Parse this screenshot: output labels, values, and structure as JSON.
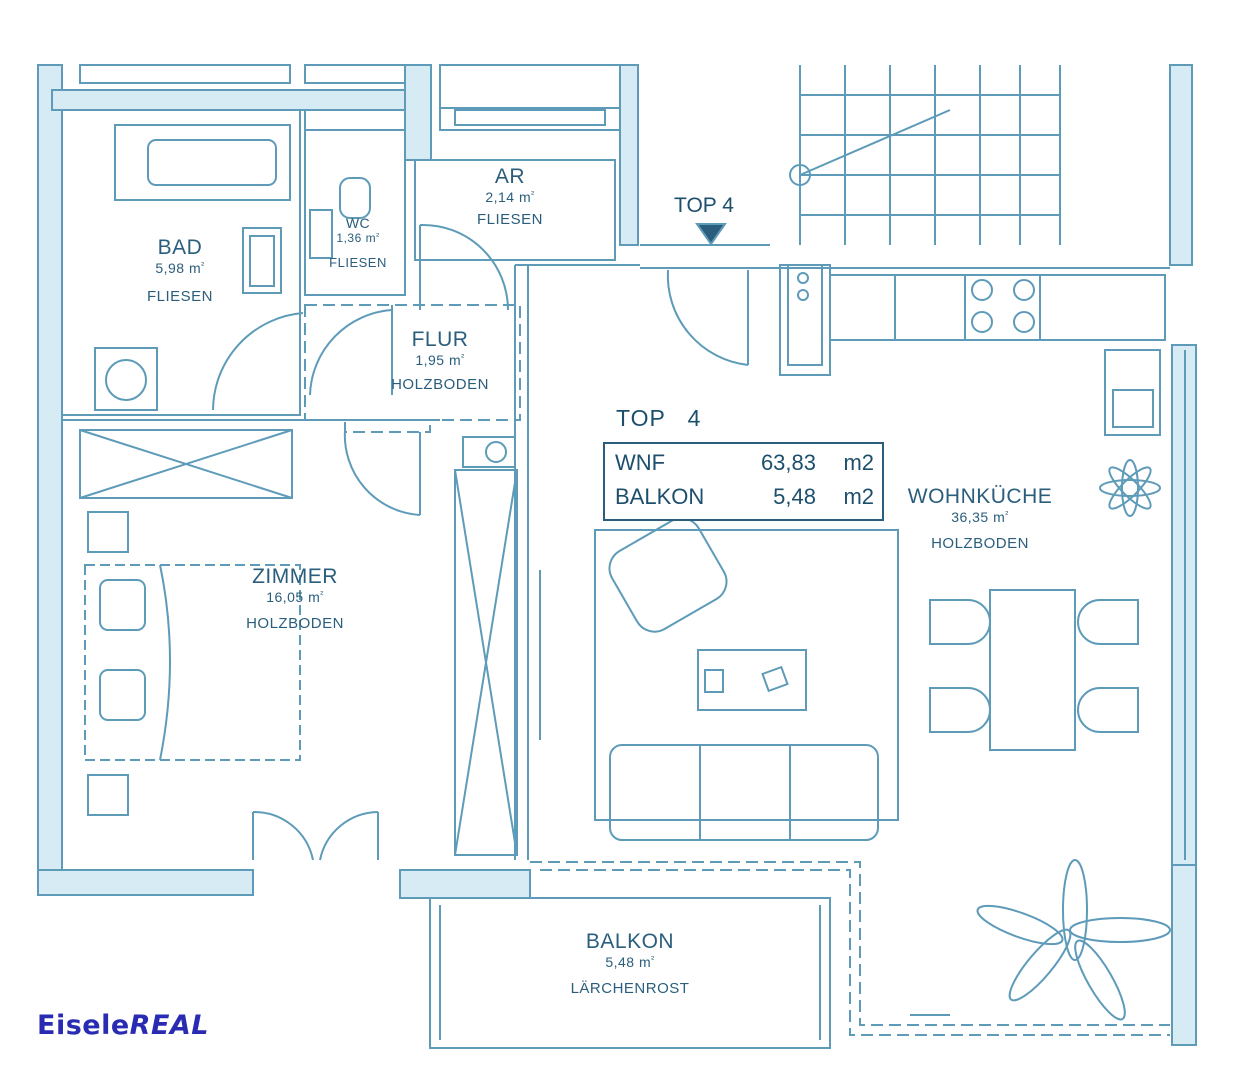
{
  "rooms": [
    {
      "id": "bad",
      "name": "BAD",
      "area": "5,98",
      "unit": "m",
      "floor": "FLIESEN"
    },
    {
      "id": "wc",
      "name": "WC",
      "area": "1,36",
      "unit": "m",
      "floor": "FLIESEN"
    },
    {
      "id": "ar",
      "name": "AR",
      "area": "2,14",
      "unit": "m",
      "floor": "FLIESEN"
    },
    {
      "id": "flur",
      "name": "FLUR",
      "area": "1,95",
      "unit": "m",
      "floor": "HOLZBODEN"
    },
    {
      "id": "zimmer",
      "name": "ZIMMER",
      "area": "16,05",
      "unit": "m",
      "floor": "HOLZBODEN"
    },
    {
      "id": "wohnkueche",
      "name": "WOHNKÜCHE",
      "area": "36,35",
      "unit": "m",
      "floor": "HOLZBODEN"
    },
    {
      "id": "balkon",
      "name": "BALKON",
      "area": "5,48",
      "unit": "m",
      "floor": "LÄRCHENROST"
    }
  ],
  "sup": "²",
  "entrance_label": "TOP 4",
  "summary": {
    "title": "TOP   4",
    "rows": [
      {
        "key": "WNF",
        "value": "63,83",
        "unit": "m2"
      },
      {
        "key": "BALKON",
        "value": "5,48",
        "unit": "m2"
      }
    ]
  },
  "logo": {
    "part1": "Eisele",
    "part2": "REAL"
  },
  "colors": {
    "line": "#6fa8c4",
    "dark": "#2a5e7c",
    "wall": "#cfe6f1",
    "logo": "#2a2bb3"
  }
}
